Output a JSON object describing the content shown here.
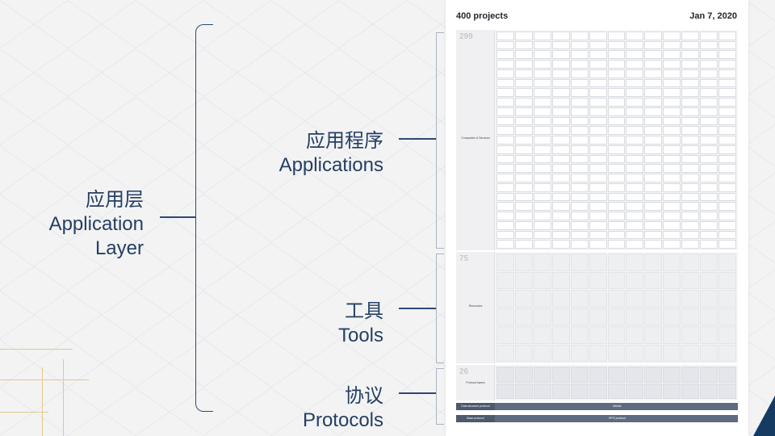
{
  "poster": {
    "title": "400 projects",
    "date": "Jan 7, 2020",
    "app_section": {
      "count": "299",
      "name": "Companies & Services"
    },
    "tools_section": {
      "count": "75",
      "name": "Resources"
    },
    "protocols_section": {
      "count": "26",
      "name": "Protocol layers"
    },
    "data_structure_bar": {
      "label": "Data structure protocol",
      "value": "Merkle"
    },
    "base_bar": {
      "label": "Base protocol",
      "value": "IPFS protocol"
    }
  },
  "labels": {
    "layer": {
      "cn": "应用层",
      "en": "Application Layer"
    },
    "applications": {
      "cn": "应用程序",
      "en": "Applications"
    },
    "tools": {
      "cn": "工具",
      "en": "Tools"
    },
    "protocols": {
      "cn": "协议",
      "en": "Protocols"
    }
  },
  "colors": {
    "label_text": "#243f63",
    "bracket": "#2c4a70",
    "accent": "#163b63",
    "gold": "#e0c98a"
  }
}
